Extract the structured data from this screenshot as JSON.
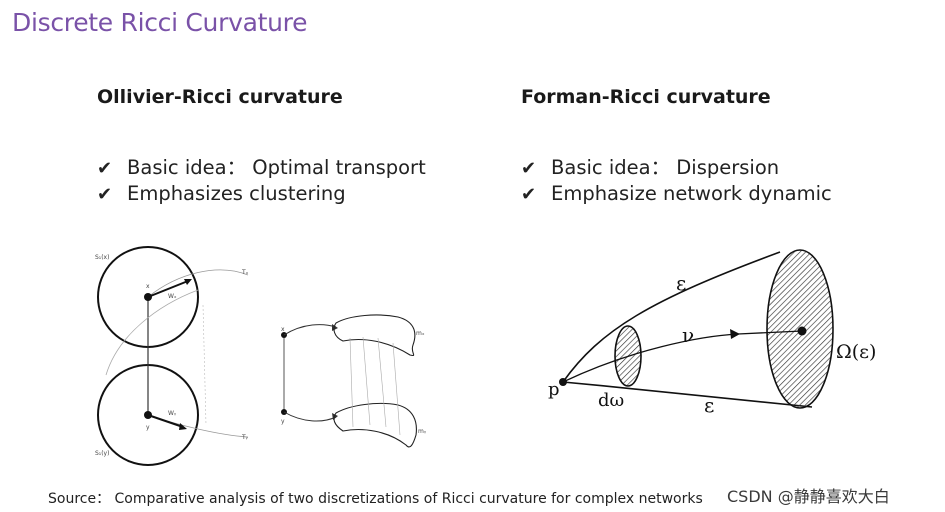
{
  "slide": {
    "title": "Discrete Ricci Curvature",
    "source": "Source： Comparative analysis of two discretizations of Ricci curvature for complex networks",
    "watermark": "CSDN @静静喜欢大白"
  },
  "left": {
    "heading": "Ollivier-Ricci curvature",
    "bullets": [
      "Basic idea： Optimal transport",
      "Emphasizes clustering"
    ],
    "figure": {
      "labels": {
        "sx": "S₁(x)",
        "sy": "S₁(y)",
        "x": "x",
        "y": "y",
        "wx": "Wₓ",
        "wy": "Wᵧ",
        "tx": "Tₓ",
        "ty": "Tᵧ",
        "mx": "mₓ",
        "my": "mᵧ"
      }
    }
  },
  "right": {
    "heading": "Forman-Ricci curvature",
    "bullets": [
      "Basic idea：  Dispersion",
      "Emphasize network dynamic"
    ],
    "figure": {
      "labels": {
        "epsilon_top": "ε",
        "nu": "ν",
        "omega_eps": "Ω(ε)",
        "p": "p",
        "d_omega": "dω",
        "epsilon_bottom": "ε"
      }
    }
  },
  "check_glyph": "✔"
}
